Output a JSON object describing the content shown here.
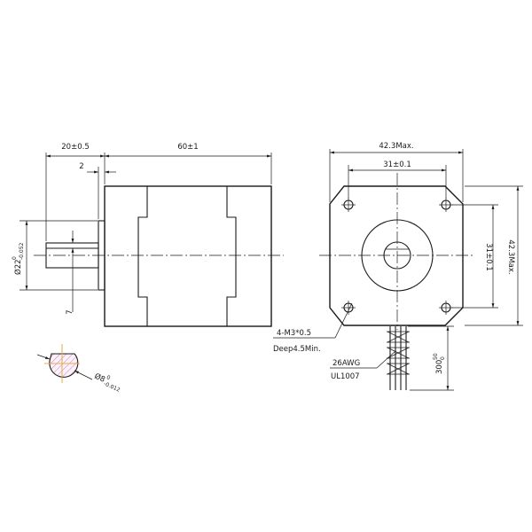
{
  "side_view": {
    "dim_shaft_length": "20±0.5",
    "dim_body_length": "60±1",
    "dim_boss": "2",
    "dim_flat": "7",
    "dia_prefix": "Ø22",
    "dia_tol_upper": "0",
    "dia_tol_lower": "-0.052"
  },
  "front_view": {
    "dim_width": "42.3Max.",
    "dim_hole_spacing_h": "31±0.1",
    "dim_hole_spacing_v": "31±0.1",
    "dim_height": "42.3Max.",
    "screw_note_1": "4-M3*0.5",
    "screw_note_2": "Deep4.5Min.",
    "wire_gauge": "26AWG",
    "wire_standard": "UL1007",
    "lead_length": "300",
    "lead_tol_upper": "50",
    "lead_tol_lower": "0"
  },
  "shaft_section": {
    "dia_prefix": "Ø8",
    "dia_tol_upper": "0",
    "dia_tol_lower": "-0.012",
    "hatch_color": "#d678c9",
    "center_mark_color": "#e8a84a"
  }
}
